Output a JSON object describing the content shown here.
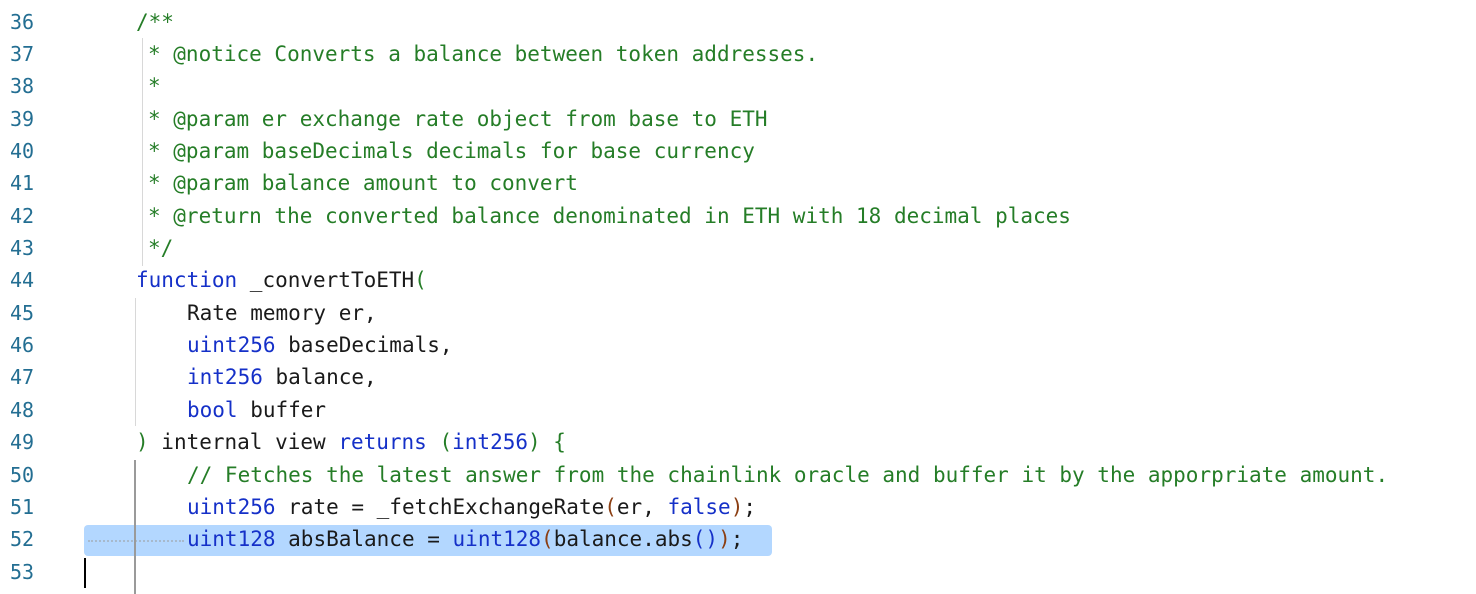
{
  "editor": {
    "line_numbers": [
      "36",
      "37",
      "38",
      "39",
      "40",
      "41",
      "42",
      "43",
      "44",
      "45",
      "46",
      "47",
      "48",
      "49",
      "50",
      "51",
      "52",
      "53"
    ],
    "lines": {
      "l36": {
        "comment": "/**"
      },
      "l37": {
        "comment": "* @notice Converts a balance between token addresses."
      },
      "l38": {
        "comment": "*"
      },
      "l39": {
        "comment": "* @param er exchange rate object from base to ETH"
      },
      "l40": {
        "comment": "* @param baseDecimals decimals for base currency"
      },
      "l41": {
        "comment": "* @param balance amount to convert"
      },
      "l42": {
        "comment": "* @return the converted balance denominated in ETH with 18 decimal places"
      },
      "l43": {
        "comment": "*/"
      },
      "l44": {
        "keyword": "function",
        "name": " _convertToETH",
        "paren": "("
      },
      "l45": {
        "text": "Rate memory er,"
      },
      "l46": {
        "keyword": "uint256",
        "text": " baseDecimals,"
      },
      "l47": {
        "keyword": "int256",
        "text": " balance,"
      },
      "l48": {
        "keyword": "bool",
        "text": " buffer"
      },
      "l49": {
        "paren_close": ")",
        "text1": " internal view ",
        "keyword": "returns",
        "space": " ",
        "paren_open": "(",
        "type": "int256",
        "paren_close2": ")",
        "brace": " {"
      },
      "l50": {
        "comment": "// Fetches the latest answer from the chainlink oracle and buffer it by the apporpriate amount."
      },
      "l51": {
        "keyword": "uint256",
        "text1": " rate = _fetchExchangeRate",
        "paren_open": "(",
        "text2": "er, ",
        "keyword2": "false",
        "paren_close": ")",
        "semi": ";"
      },
      "l52": {
        "keyword": "uint128",
        "text1": " absBalance = ",
        "keyword2": "uint128",
        "paren_open": "(",
        "text2": "balance.abs",
        "paren_inner": "()",
        "paren_close": ")",
        "semi": ";"
      }
    }
  }
}
